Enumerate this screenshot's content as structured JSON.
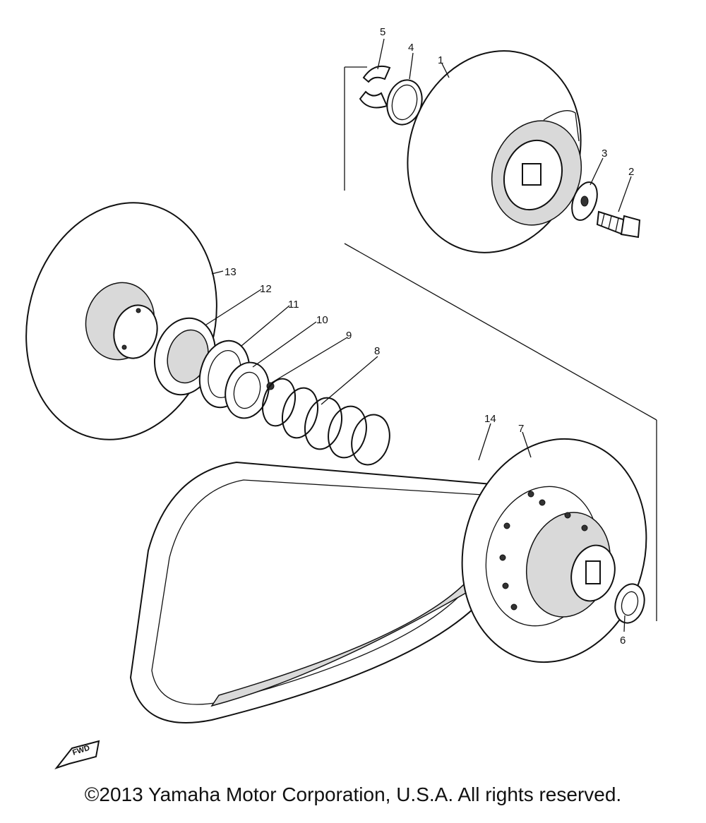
{
  "callouts": [
    "1",
    "2",
    "3",
    "4",
    "5",
    "6",
    "7",
    "8",
    "9",
    "10",
    "11",
    "12",
    "13",
    "14"
  ],
  "fwd_label": "FWD",
  "copyright": "©2013 Yamaha Motor Corporation, U.S.A. All rights reserved."
}
